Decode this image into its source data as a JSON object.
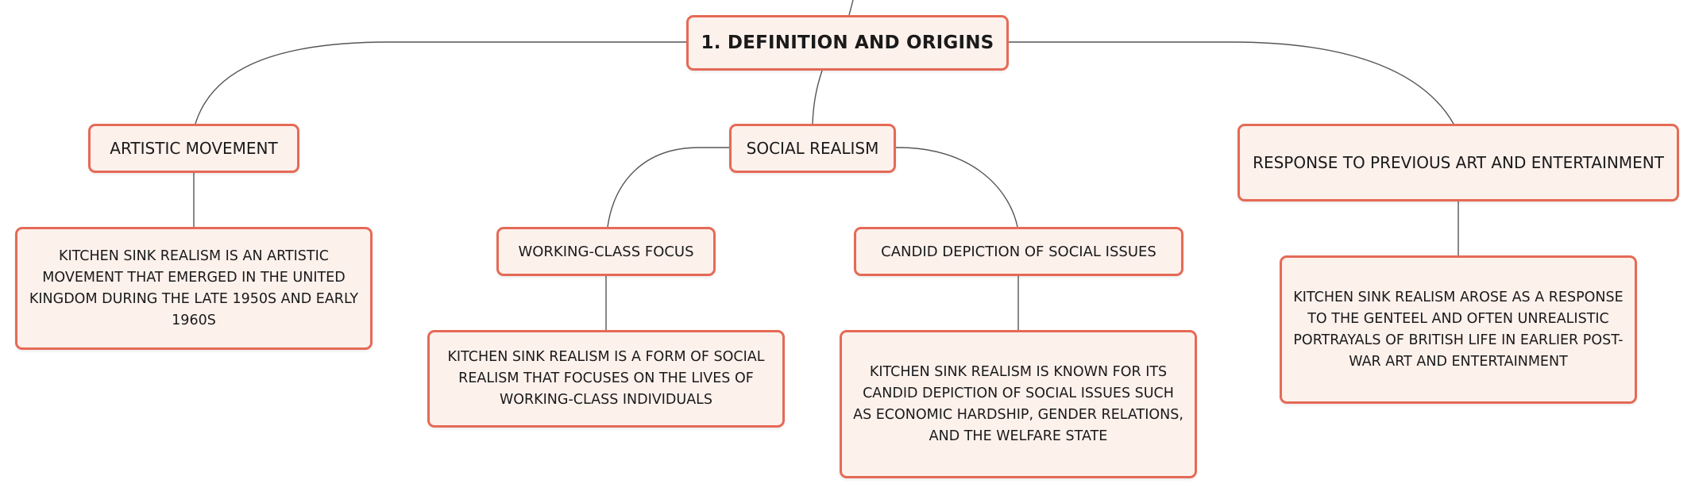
{
  "diagram": {
    "root": {
      "label": "1. DEFINITION AND ORIGINS"
    },
    "branches": [
      {
        "label": "ARTISTIC MOVEMENT",
        "detail": "KITCHEN SINK REALISM IS AN ARTISTIC MOVEMENT THAT EMERGED IN THE UNITED KINGDOM DURING THE LATE 1950S AND EARLY 1960S"
      },
      {
        "label": "SOCIAL REALISM",
        "children": [
          {
            "label": "WORKING-CLASS FOCUS",
            "detail": "KITCHEN SINK REALISM IS A FORM OF SOCIAL REALISM THAT FOCUSES ON THE LIVES OF WORKING-CLASS INDIVIDUALS"
          },
          {
            "label": "CANDID DEPICTION OF SOCIAL ISSUES",
            "detail": "KITCHEN SINK REALISM IS KNOWN FOR ITS CANDID DEPICTION OF SOCIAL ISSUES SUCH AS ECONOMIC HARDSHIP, GENDER RELATIONS, AND THE WELFARE STATE"
          }
        ]
      },
      {
        "label": "RESPONSE TO PREVIOUS ART AND ENTERTAINMENT",
        "detail": "KITCHEN SINK REALISM AROSE AS A RESPONSE TO THE GENTEEL AND OFTEN UNREALISTIC PORTRAYALS OF BRITISH LIFE IN EARLIER POST-WAR ART AND ENTERTAINMENT"
      }
    ]
  },
  "colors": {
    "node_border": "#e56a56",
    "node_fill": "#fdf1ec",
    "connector": "#555555"
  }
}
